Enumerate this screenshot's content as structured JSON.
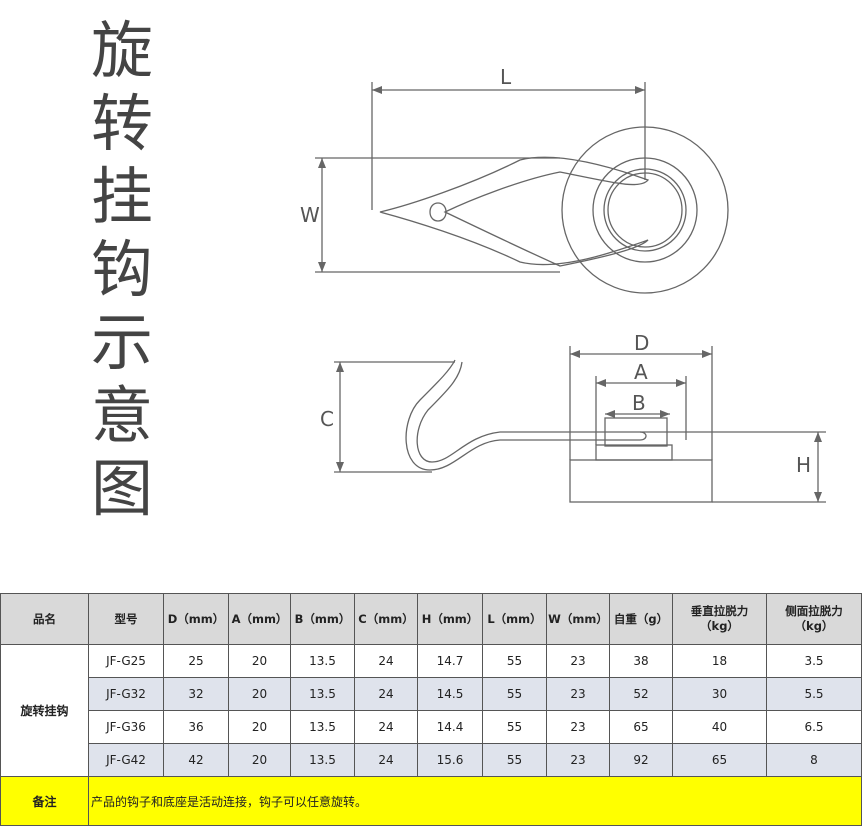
{
  "title_chars": [
    "旋",
    "转",
    "挂",
    "钩",
    "示",
    "意",
    "图"
  ],
  "dimension_labels": {
    "L": "L",
    "W": "W",
    "D": "D",
    "A": "A",
    "B": "B",
    "C": "C",
    "H": "H"
  },
  "table": {
    "headers": {
      "product_name": "品名",
      "model": "型号",
      "d": "D（mm）",
      "a": "A（mm）",
      "b": "B（mm）",
      "c": "C（mm）",
      "h": "H（mm）",
      "l": "L（mm）",
      "w": "W（mm）",
      "weight": "自重（g）",
      "vertical_pull_1": "垂直拉脱力",
      "vertical_pull_2": "（kg）",
      "side_pull_1": "侧面拉脱力",
      "side_pull_2": "（kg）"
    },
    "product_name": "旋转挂钩",
    "rows": [
      {
        "model": "JF-G25",
        "d": "25",
        "a": "20",
        "b": "13.5",
        "c": "24",
        "h": "14.7",
        "l": "55",
        "w": "23",
        "weight": "38",
        "vertical": "18",
        "side": "3.5"
      },
      {
        "model": "JF-G32",
        "d": "32",
        "a": "20",
        "b": "13.5",
        "c": "24",
        "h": "14.5",
        "l": "55",
        "w": "23",
        "weight": "52",
        "vertical": "30",
        "side": "5.5"
      },
      {
        "model": "JF-G36",
        "d": "36",
        "a": "20",
        "b": "13.5",
        "c": "24",
        "h": "14.4",
        "l": "55",
        "w": "23",
        "weight": "65",
        "vertical": "40",
        "side": "6.5"
      },
      {
        "model": "JF-G42",
        "d": "42",
        "a": "20",
        "b": "13.5",
        "c": "24",
        "h": "15.6",
        "l": "55",
        "w": "23",
        "weight": "92",
        "vertical": "65",
        "side": "8"
      }
    ],
    "note_label": "备注",
    "note_text": "产品的钩子和底座是活动连接，钩子可以任意旋转。"
  }
}
